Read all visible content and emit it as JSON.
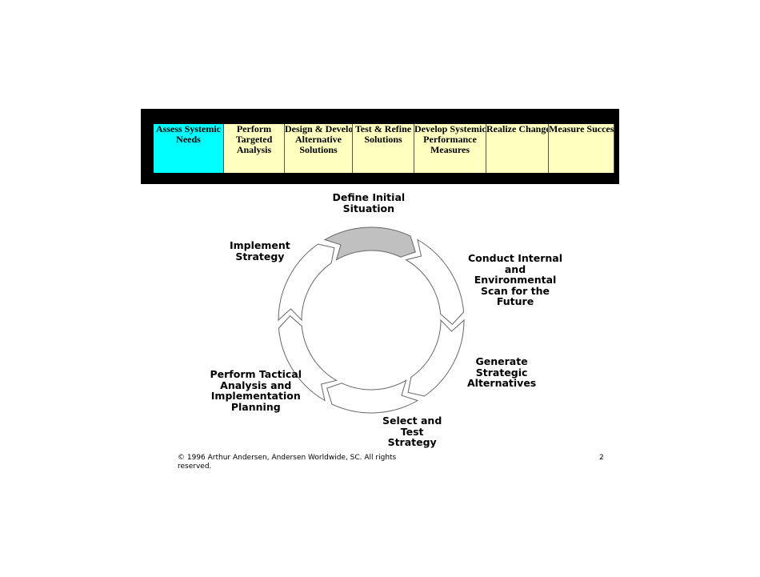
{
  "process_banner": {
    "steps": [
      {
        "lines": [
          "Assess Systemic",
          "Needs"
        ],
        "active": true
      },
      {
        "lines": [
          "Perform",
          "Targeted",
          "Analysis"
        ],
        "active": false
      },
      {
        "lines": [
          "Design & Develop",
          "Alternative",
          "Solutions"
        ],
        "active": false
      },
      {
        "lines": [
          "Test & Refine",
          "Solutions"
        ],
        "active": false
      },
      {
        "lines": [
          "Develop Systemic",
          "Performance",
          "Measures"
        ],
        "active": false
      },
      {
        "lines": [
          "Realize Change"
        ],
        "active": false
      },
      {
        "lines": [
          "Measure Success"
        ],
        "active": false
      }
    ]
  },
  "cycle": {
    "stages": [
      {
        "lines": [
          "Define Initial",
          "Situation"
        ],
        "highlighted": true
      },
      {
        "lines": [
          "Conduct Internal",
          "and",
          "Environmental",
          "Scan for the",
          "Future"
        ],
        "highlighted": false
      },
      {
        "lines": [
          "Generate",
          "Strategic",
          "Alternatives"
        ],
        "highlighted": false
      },
      {
        "lines": [
          "Select and",
          "Test",
          "Strategy"
        ],
        "highlighted": false
      },
      {
        "lines": [
          "Perform Tactical",
          "Analysis and",
          "Implementation",
          "Planning"
        ],
        "highlighted": false
      },
      {
        "lines": [
          "Implement",
          "Strategy"
        ],
        "highlighted": false
      }
    ],
    "colors": {
      "highlight": "#c0c0c0",
      "segment": "#ffffff",
      "outline": "#666666"
    }
  },
  "footer": {
    "copyright": "© 1996 Arthur Andersen, Andersen Worldwide, SC. All rights reserved.",
    "page_number": "2"
  }
}
